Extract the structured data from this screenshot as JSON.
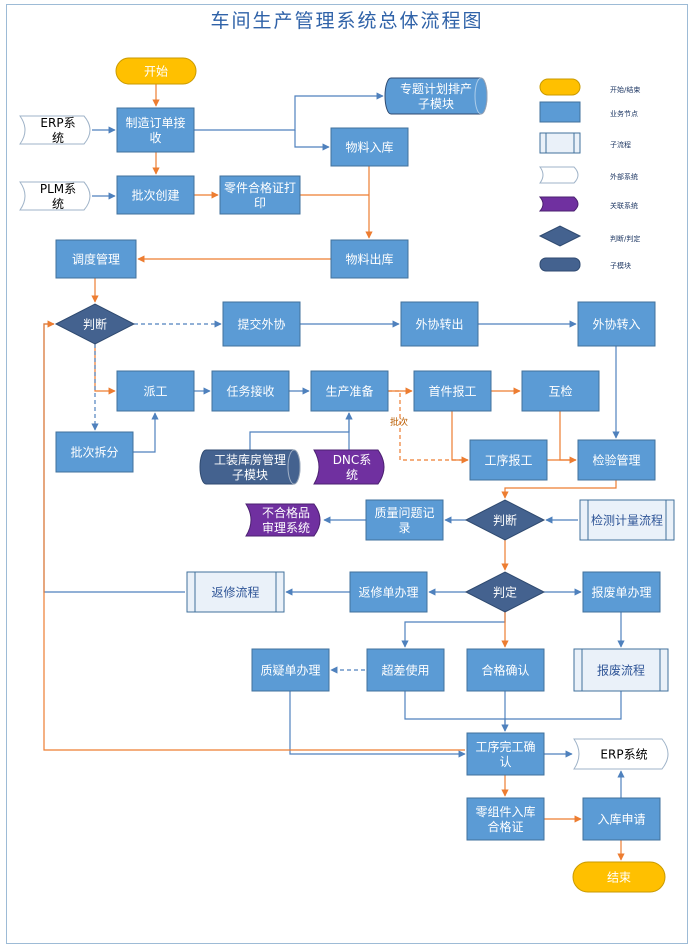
{
  "title": "车间生产管理系统总体流程图",
  "colors": {
    "box": "#5b9bd5",
    "box_stroke": "#41719c",
    "terminal": "#ffc000",
    "subsys_dark": "#44628f",
    "purple": "#7030a0",
    "arrow_blue": "#4f81bd",
    "arrow_orange": "#ed7d31",
    "flow_border": "#41719c"
  },
  "nodes": {
    "start": "开始",
    "erp1": "ERP系统",
    "order": "制造订单接收",
    "plm": "PLM系统",
    "batch": "批次创建",
    "cert": "零件合格证打印",
    "plan": "专题计划排产子模块",
    "matin": "物料入库",
    "matout": "物料出库",
    "dispatch": "调度管理",
    "judge1": "判断",
    "submit": "提交外协",
    "outsend": "外协转出",
    "outrecv": "外协转入",
    "paigong": "派工",
    "task": "任务接收",
    "prep": "生产准备",
    "firstrep": "首件报工",
    "mutual": "互检",
    "split": "批次拆分",
    "tooling": "工装库房管理子模块",
    "dnc": "DNC系统",
    "procrep": "工序报工",
    "inspect": "检验管理",
    "ncr": "不合格品审理系统",
    "quality": "质量问题记录",
    "judge2": "判断",
    "metro": "检测计量流程",
    "repairflow": "返修流程",
    "repair": "返修单办理",
    "judge3": "判定",
    "scrap": "报废单办理",
    "complaint": "质疑单办理",
    "overuse": "超差使用",
    "pass": "合格确认",
    "scrapflow": "报废流程",
    "complete": "工序完工确认",
    "erp2": "ERP系统",
    "storecert": "零组件入库合格证",
    "storeapp": "入库申请",
    "end": "结束"
  },
  "edge_label": "批次",
  "legend": {
    "terminal": "开始/结束",
    "process": "业务节点",
    "subflow": "子流程",
    "external": "外部系统",
    "related": "关联系统",
    "decision": "判断/判定",
    "submodule": "子模块"
  }
}
